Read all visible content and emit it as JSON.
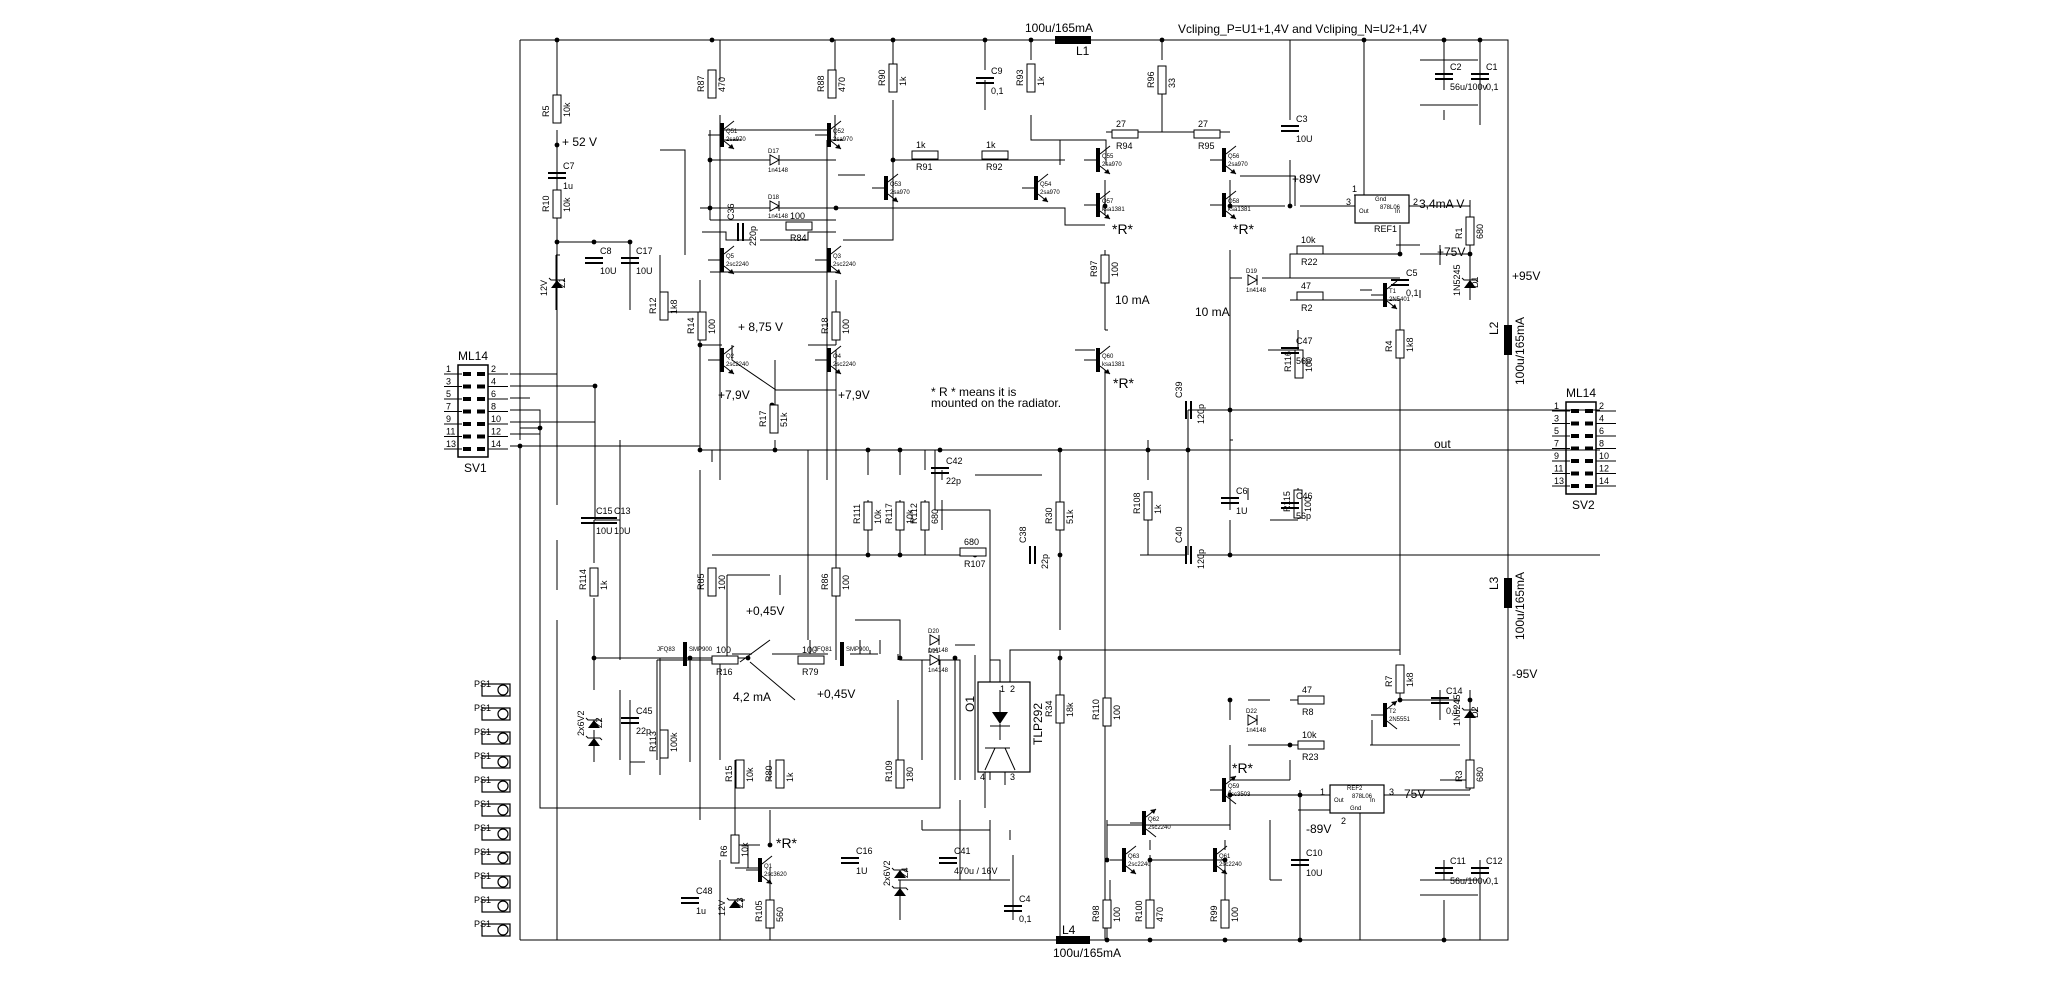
{
  "header": {
    "inductor_top": "100u/165mA",
    "inductor_top_ref": "L1",
    "clip_note": "Vcliping_P=U1+1,4V   and   Vcliping_N=U2+1,4V"
  },
  "notes": {
    "radiator_line1": "* R * means it is",
    "radiator_line2": "mounted on the radiator.",
    "radiator_mark": "*R*",
    "out_label": "out"
  },
  "voltages": {
    "v52": "+ 52 V",
    "v875": "+ 8,75 V",
    "v79a": "+7,9V",
    "v79b": "+7,9V",
    "v045a": "+0,45V",
    "v045b": "+0,45V",
    "i42": "4,2 mA",
    "v89p": "+89V",
    "v75p": "+75V",
    "v95p": "+95V",
    "v95n": "-95V",
    "v75n": "-75V",
    "v89n": "-89V",
    "i34": "3,4mA V",
    "i10a": "10 mA",
    "i10b": "10 mA"
  },
  "connectors": {
    "left": {
      "type": "ML14",
      "name": "SV1",
      "left_pins": [
        "1",
        "3",
        "5",
        "7",
        "9",
        "11",
        "13"
      ],
      "right_pins": [
        "2",
        "4",
        "6",
        "8",
        "10",
        "12",
        "14"
      ]
    },
    "right": {
      "type": "ML14",
      "name": "SV2",
      "left_pins": [
        "1",
        "3",
        "5",
        "7",
        "9",
        "11",
        "13"
      ],
      "right_pins": [
        "2",
        "4",
        "6",
        "8",
        "10",
        "12",
        "14"
      ]
    }
  },
  "ps_pads": [
    "PS1",
    "PS1",
    "PS1",
    "PS1",
    "PS1",
    "PS1",
    "PS1",
    "PS1",
    "PS1",
    "PS1",
    "PS1"
  ],
  "resistors_v": [
    {
      "ref": "R5",
      "val": "10k"
    },
    {
      "ref": "R10",
      "val": "10k"
    },
    {
      "ref": "R87",
      "val": "470"
    },
    {
      "ref": "R88",
      "val": "470"
    },
    {
      "ref": "R90",
      "val": "1k"
    },
    {
      "ref": "R93",
      "val": "1k"
    },
    {
      "ref": "R96",
      "val": "33"
    },
    {
      "ref": "R12",
      "val": "1k8"
    },
    {
      "ref": "R14",
      "val": "100"
    },
    {
      "ref": "R18",
      "val": "100"
    },
    {
      "ref": "R17",
      "val": "51k"
    },
    {
      "ref": "R97",
      "val": "100"
    },
    {
      "ref": "R1",
      "val": "680"
    },
    {
      "ref": "R4",
      "val": "1k8"
    },
    {
      "ref": "R116",
      "val": "100"
    },
    {
      "ref": "R115",
      "val": "100"
    },
    {
      "ref": "R114",
      "val": "1k"
    },
    {
      "ref": "R85",
      "val": "100"
    },
    {
      "ref": "R86",
      "val": "100"
    },
    {
      "ref": "R111",
      "val": "10k"
    },
    {
      "ref": "R117",
      "val": "10k"
    },
    {
      "ref": "R112",
      "val": "680"
    },
    {
      "ref": "R30",
      "val": "51k"
    },
    {
      "ref": "R108",
      "val": "1k"
    },
    {
      "ref": "R113",
      "val": "100k"
    },
    {
      "ref": "R34",
      "val": "18k"
    },
    {
      "ref": "R110",
      "val": "100"
    },
    {
      "ref": "R109",
      "val": "180"
    },
    {
      "ref": "R15",
      "val": "10k"
    },
    {
      "ref": "R80",
      "val": "1k"
    },
    {
      "ref": "R6",
      "val": "10k"
    },
    {
      "ref": "R105",
      "val": "560"
    },
    {
      "ref": "R98",
      "val": "100"
    },
    {
      "ref": "R100",
      "val": "470"
    },
    {
      "ref": "R99",
      "val": "100"
    },
    {
      "ref": "R7",
      "val": "1k8"
    },
    {
      "ref": "R3",
      "val": "680"
    }
  ],
  "resistors_h": [
    {
      "ref": "R91",
      "val": "1k"
    },
    {
      "ref": "R92",
      "val": "1k"
    },
    {
      "ref": "R84",
      "val": "100"
    },
    {
      "ref": "R94",
      "val": "27"
    },
    {
      "ref": "R95",
      "val": "27"
    },
    {
      "ref": "R22",
      "val": "10k"
    },
    {
      "ref": "R2",
      "val": "47"
    },
    {
      "ref": "R107",
      "val": "680"
    },
    {
      "ref": "R16",
      "val": "100"
    },
    {
      "ref": "R79",
      "val": "100"
    },
    {
      "ref": "R8",
      "val": "47"
    },
    {
      "ref": "R23",
      "val": "10k"
    }
  ],
  "capacitors": [
    {
      "ref": "C9",
      "val": "0,1"
    },
    {
      "ref": "C7",
      "val": "1u"
    },
    {
      "ref": "C36",
      "val": "220p"
    },
    {
      "ref": "C8",
      "val": "10U"
    },
    {
      "ref": "C17",
      "val": "10U"
    },
    {
      "ref": "C3",
      "val": "10U"
    },
    {
      "ref": "C2",
      "val": "56u/100v"
    },
    {
      "ref": "C1",
      "val": "0,1"
    },
    {
      "ref": "C5",
      "val": "0,1"
    },
    {
      "ref": "C47",
      "val": "56p"
    },
    {
      "ref": "C39",
      "val": "120p"
    },
    {
      "ref": "C42",
      "val": "22p"
    },
    {
      "ref": "C15",
      "val": "10U"
    },
    {
      "ref": "C13",
      "val": "10U"
    },
    {
      "ref": "C6",
      "val": "1U"
    },
    {
      "ref": "C46",
      "val": "56p"
    },
    {
      "ref": "C38",
      "val": "22p"
    },
    {
      "ref": "C40",
      "val": "120p"
    },
    {
      "ref": "C45",
      "val": "22p"
    },
    {
      "ref": "C14",
      "val": "0,1"
    },
    {
      "ref": "C16",
      "val": "1U"
    },
    {
      "ref": "C41",
      "val": "470u / 16V"
    },
    {
      "ref": "C48",
      "val": "1u"
    },
    {
      "ref": "C4",
      "val": "0,1"
    },
    {
      "ref": "C10",
      "val": "10U"
    },
    {
      "ref": "C11",
      "val": "56u/100v"
    },
    {
      "ref": "C12",
      "val": "0,1"
    }
  ],
  "inductors": [
    {
      "ref": "L2",
      "val": "100u/165mA"
    },
    {
      "ref": "L3",
      "val": "100u/165mA"
    },
    {
      "ref": "L4",
      "val": "100u/165mA"
    }
  ],
  "transistors": [
    {
      "ref": "Q51",
      "part": "2sa970"
    },
    {
      "ref": "Q52",
      "part": "2sa970"
    },
    {
      "ref": "Q53",
      "part": "2sa970"
    },
    {
      "ref": "Q54",
      "part": "2sa970"
    },
    {
      "ref": "Q55",
      "part": "2sa970"
    },
    {
      "ref": "Q56",
      "part": "2sa970"
    },
    {
      "ref": "Q5",
      "part": "2sc2240"
    },
    {
      "ref": "Q3",
      "part": "2sc2240"
    },
    {
      "ref": "Q2",
      "part": "2sc2240"
    },
    {
      "ref": "Q4",
      "part": "2sc2240"
    },
    {
      "ref": "Q57",
      "part": "ksa1381"
    },
    {
      "ref": "Q58",
      "part": "ksa1381"
    },
    {
      "ref": "Q60",
      "part": "ksa1381"
    },
    {
      "ref": "Q59",
      "part": "ksc3503"
    },
    {
      "ref": "Q62",
      "part": "2sc2240"
    },
    {
      "ref": "Q63",
      "part": "2sc2240"
    },
    {
      "ref": "Q61",
      "part": "2sc2240"
    },
    {
      "ref": "Q1",
      "part": "2sc3620"
    },
    {
      "ref": "T1",
      "part": "2N5401"
    },
    {
      "ref": "T2",
      "part": "2N5551"
    }
  ],
  "jfets": [
    {
      "ref": "JFQ83",
      "part": "SMP900"
    },
    {
      "ref": "JFQ81",
      "part": "SMP900"
    }
  ],
  "diodes": [
    {
      "ref": "D17",
      "part": "1n4148"
    },
    {
      "ref": "D18",
      "part": "1n4148"
    },
    {
      "ref": "D19",
      "part": "1n4148"
    },
    {
      "ref": "D20",
      "part": "1n4148"
    },
    {
      "ref": "D21",
      "part": "1n4148"
    },
    {
      "ref": "D22",
      "part": "1n4148"
    }
  ],
  "zeners": [
    {
      "ref": "Z1",
      "val": "12V"
    },
    {
      "ref": "Z2",
      "val": "2x6V2"
    },
    {
      "ref": "Z4",
      "val": "2x6V2"
    },
    {
      "ref": "D1",
      "val": "1N5245"
    },
    {
      "ref": "D2",
      "val": "1N5245"
    },
    {
      "ref": "Z3",
      "val": "12V"
    }
  ],
  "ics": [
    {
      "ref": "REF1",
      "part": "878L06",
      "pins": [
        "1",
        "2",
        "3"
      ],
      "pin_names": [
        "Gnd",
        "Out",
        "In"
      ]
    },
    {
      "ref": "REF2",
      "part": "878L06",
      "pins": [
        "1",
        "2",
        "3"
      ],
      "pin_names": [
        "Gnd",
        "Out",
        "In"
      ]
    }
  ],
  "opto": {
    "ref": "O1",
    "part": "TLP292",
    "pins": [
      "1",
      "2",
      "3",
      "4"
    ]
  },
  "colors": {
    "ink": "#000000",
    "paper": "#ffffff"
  }
}
